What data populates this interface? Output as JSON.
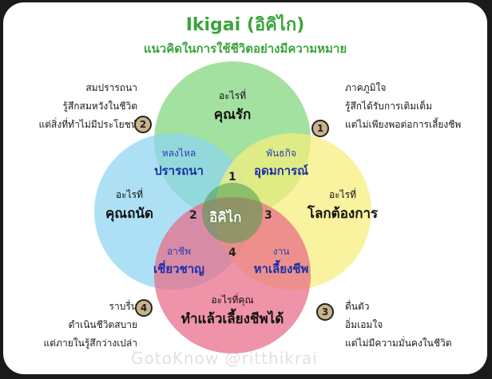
{
  "title": "Ikigai (อิคิไก)",
  "subtitle": "แนวคิดในการใช้ชีวิตอย่างมีความหมาย",
  "colors": {
    "love": "#7fd67c",
    "good_at": "#8ed4f0",
    "world_needs": "#f6ef7a",
    "paid_for": "#e86a86",
    "title_green": "#3aa43a",
    "intersection_blue": "#1b2fa8"
  },
  "circles": {
    "love": {
      "line1": "อะไรที่",
      "line2": "คุณรัก"
    },
    "good_at": {
      "line1": "อะไรที่",
      "line2": "คุณถนัด"
    },
    "world_needs": {
      "line1": "อะไรที่",
      "line2": "โลกต้องการ"
    },
    "paid_for": {
      "line1": "อะไรที่คุณ",
      "line2": "ทำแล้วเลี้ยงชีพได้"
    }
  },
  "intersections": {
    "passion": {
      "small": "หลงไหล",
      "big": "ปรารถนา"
    },
    "mission": {
      "small": "พันธกิจ",
      "big": "อุดมการณ์"
    },
    "profession": {
      "small": "อาชีพ",
      "big": "เชี่ยวชาญ"
    },
    "vocation": {
      "small": "งาน",
      "big": "หาเลี้ยงชีพ"
    }
  },
  "center": "อิคิไก",
  "region_numbers": [
    "1",
    "2",
    "3",
    "4"
  ],
  "notes": {
    "n1": {
      "badge": "1",
      "lines": [
        "ภาคภูมิใจ",
        "รู้สึกได้รับการเติมเต็ม",
        "แต่ไม่เพียงพอต่อการเลี้ยงชีพ"
      ]
    },
    "n2": {
      "badge": "2",
      "lines": [
        "สมปรารถนา",
        "รู้สึกสมหวังในชีวิต",
        "แต่สิ่งที่ทำไม่มีประโยชน์"
      ]
    },
    "n3": {
      "badge": "3",
      "lines": [
        "ตื่นตัว",
        "อิ่มเอมใจ",
        "แต่ไม่มีความมั่นคงในชีวิต"
      ]
    },
    "n4": {
      "badge": "4",
      "lines": [
        "ราบรื่น",
        "ดำเนินชีวิตสบาย",
        "แต่ภายในรู้สึกว่างเปล่า"
      ]
    }
  },
  "watermark": "GotoKnow @ritthikrai"
}
